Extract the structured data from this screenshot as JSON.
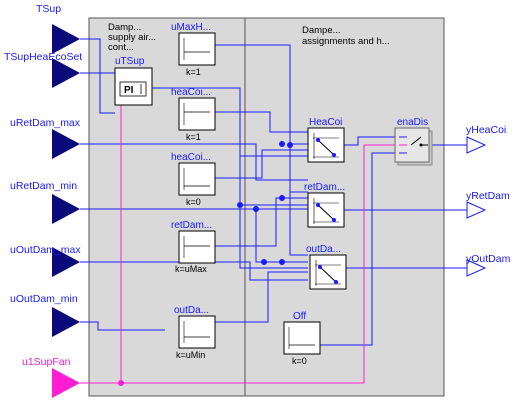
{
  "inputs": [
    {
      "label": "TSup"
    },
    {
      "label": "TSupHeaEcoSet"
    },
    {
      "label": "uRetDam_max"
    },
    {
      "label": "uRetDam_min"
    },
    {
      "label": "uOutDam_max"
    },
    {
      "label": "uOutDam_min"
    },
    {
      "label": "u1SupFan"
    }
  ],
  "outputs": [
    {
      "label": "yHeaCoi"
    },
    {
      "label": "yRetDam"
    },
    {
      "label": "yOutDam"
    }
  ],
  "groups": {
    "left": {
      "title": "Damp...",
      "line2": "supply air...",
      "line3": "cont..."
    },
    "right": {
      "title": "Dampe...",
      "line2": "assignments and h..."
    }
  },
  "blocks": {
    "uTSup": {
      "name": "uTSup",
      "glyph": "PI"
    },
    "uMaxHea": {
      "name": "uMaxH...",
      "param": "k=1"
    },
    "heaCoiMax": {
      "name": "heaCoi...",
      "param": "k=1"
    },
    "heaCoiMin": {
      "name": "heaCoi...",
      "param": "k=0"
    },
    "retDamMax": {
      "name": "retDam...",
      "param": "k=uMax"
    },
    "outDamMin": {
      "name": "outDa...",
      "param": "k=uMin"
    },
    "HeaCoi": {
      "name": "HeaCoi"
    },
    "retDam": {
      "name": "retDam..."
    },
    "outDam": {
      "name": "outDa..."
    },
    "off": {
      "name": "Off",
      "param": "k=0"
    },
    "enaDis": {
      "name": "enaDis"
    }
  },
  "colors": {
    "connector": "#0a0a7a",
    "boolean": "#ff1ed2",
    "link_blue": "#1a1aff",
    "group_fill": "#d9d9d9"
  }
}
